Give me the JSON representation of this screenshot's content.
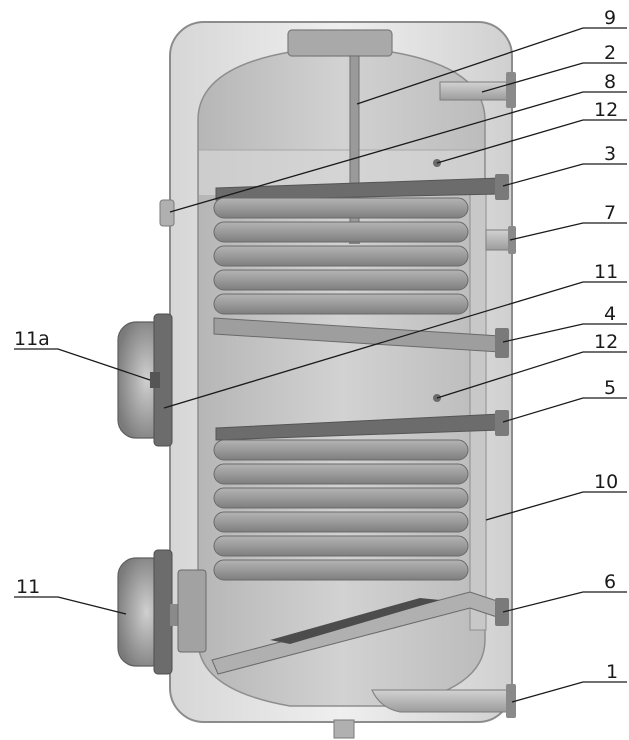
{
  "callouts": [
    {
      "id": "c9",
      "label": "9"
    },
    {
      "id": "c2",
      "label": "2"
    },
    {
      "id": "c8",
      "label": "8"
    },
    {
      "id": "c12a",
      "label": "12"
    },
    {
      "id": "c3",
      "label": "3"
    },
    {
      "id": "c7",
      "label": "7"
    },
    {
      "id": "c11a",
      "label": "11"
    },
    {
      "id": "c4",
      "label": "4"
    },
    {
      "id": "c11b",
      "label": "11a"
    },
    {
      "id": "c12b",
      "label": "12"
    },
    {
      "id": "c5",
      "label": "5"
    },
    {
      "id": "c10",
      "label": "10"
    },
    {
      "id": "c6",
      "label": "6"
    },
    {
      "id": "c11c",
      "label": "11"
    },
    {
      "id": "c1",
      "label": "1"
    }
  ],
  "colors": {
    "casing": "#e6e6e6",
    "casing_edge": "#8c8c8c",
    "tank": "#c4c4c4",
    "water_upper": "#d9d9d9",
    "coil_light": "#a6a6a6",
    "coil_dark": "#6e6e6e",
    "pipe": "#b8b8b8",
    "flange": "#8a8a8a"
  }
}
